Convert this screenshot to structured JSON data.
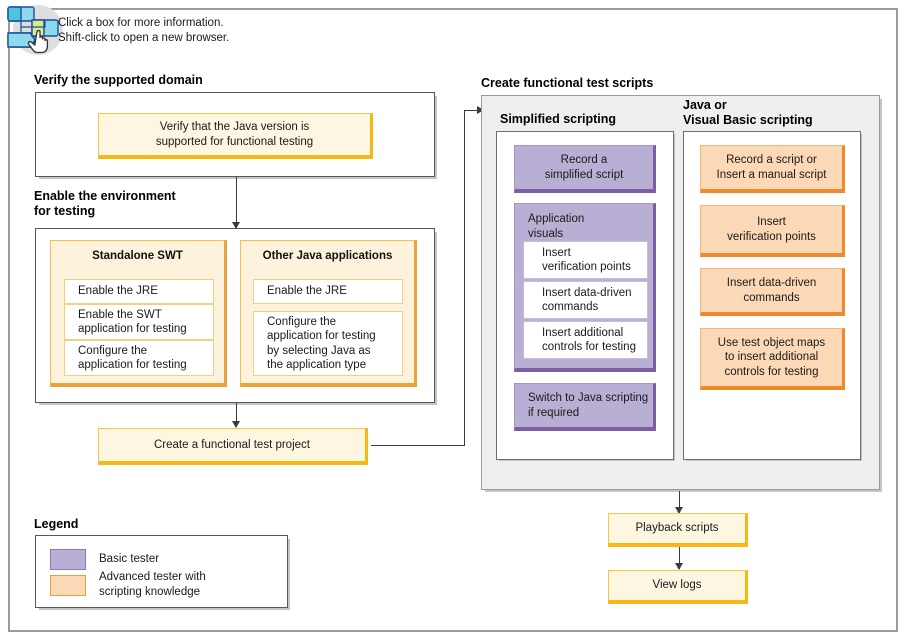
{
  "help": {
    "icon": "flowchart-hand-cursor-icon",
    "line1": "Click a box for more information.",
    "line2": "Shift-click to open a new browser."
  },
  "sections": {
    "verify": {
      "title": "Verify the supported domain"
    },
    "enable": {
      "title": "Enable the environment\nfor testing"
    },
    "scripts": {
      "title": "Create functional test scripts"
    },
    "legend": {
      "title": "Legend"
    }
  },
  "verify": {
    "step": "Verify that the Java version is\nsupported for functional testing"
  },
  "enable": {
    "columns": [
      {
        "title": "Standalone SWT",
        "steps": [
          "Enable the JRE",
          "Enable the SWT\napplication for testing",
          "Configure the\napplication for testing"
        ]
      },
      {
        "title": "Other Java applications",
        "steps": [
          "Enable the JRE",
          "Configure the\napplication for testing\nby selecting Java as\nthe application type"
        ]
      }
    ]
  },
  "create_project": {
    "label": "Create a functional test project"
  },
  "scripts": {
    "simplified": {
      "title": "Simplified scripting",
      "record": "Record a\nsimplified script",
      "app_visuals": {
        "title": "Application\nvisuals",
        "steps": [
          "Insert\nverification points",
          "Insert data-driven\ncommands",
          "Insert additional\ncontrols for testing"
        ]
      },
      "switch": "Switch to Java scripting\nif required"
    },
    "java_vb": {
      "title": "Java or\nVisual Basic scripting",
      "steps": [
        "Record a script or\nInsert a manual script",
        "Insert\nverification points",
        "Insert data-driven\ncommands",
        "Use test object maps\nto insert additional\ncontrols for testing"
      ]
    }
  },
  "playback": {
    "label": "Playback scripts"
  },
  "viewlogs": {
    "label": "View logs"
  },
  "legend": {
    "items": [
      {
        "swatch": "basic-tester-swatch",
        "label": "Basic tester",
        "color": "#b9aed4"
      },
      {
        "swatch": "advanced-tester-swatch",
        "label": "Advanced tester with\nscripting knowledge",
        "color": "#fcd9b6"
      }
    ]
  },
  "colors": {
    "yellow_fill": "#fdf6e0",
    "yellow_accent": "#f6b913",
    "purple_fill": "#b9aed4",
    "purple_accent": "#7c5ea3",
    "orange_fill": "#fcd9b6",
    "orange_accent": "#ef8a2c",
    "panel_gray": "#efefef",
    "frame_border": "#9a9a9a"
  }
}
